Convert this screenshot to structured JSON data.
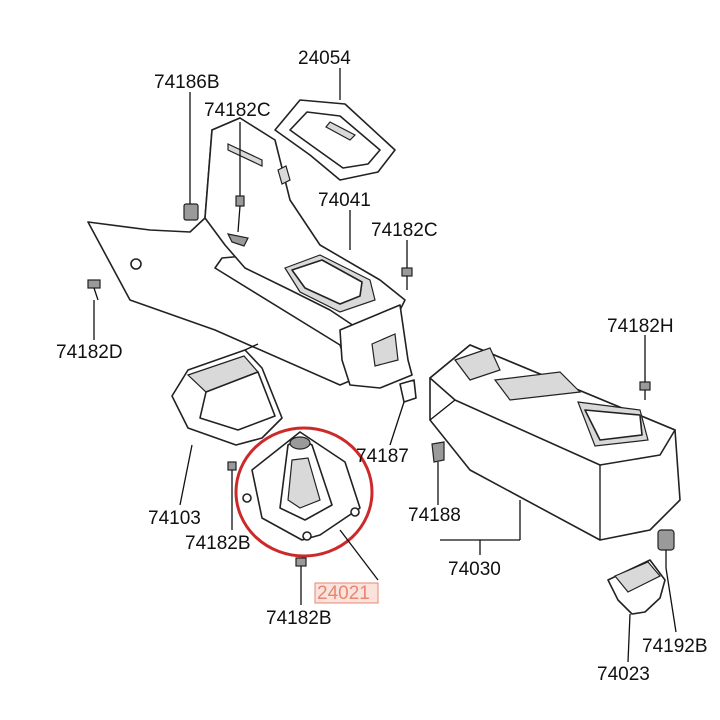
{
  "labels": {
    "l24054": "24054",
    "l74186B": "74186B",
    "l74182C_top": "74182C",
    "l74041": "74041",
    "l74182C_right": "74182C",
    "l74182D": "74182D",
    "l74182H": "74182H",
    "l74187": "74187",
    "l74103": "74103",
    "l74182B_mid": "74182B",
    "l74188": "74188",
    "l74030": "74030",
    "l24021": "24021",
    "l74182B_bottom": "74182B",
    "l74023": "74023",
    "l74192B": "74192B"
  },
  "highlight": {
    "part_number": "24021",
    "color": "#cc2a2a"
  }
}
